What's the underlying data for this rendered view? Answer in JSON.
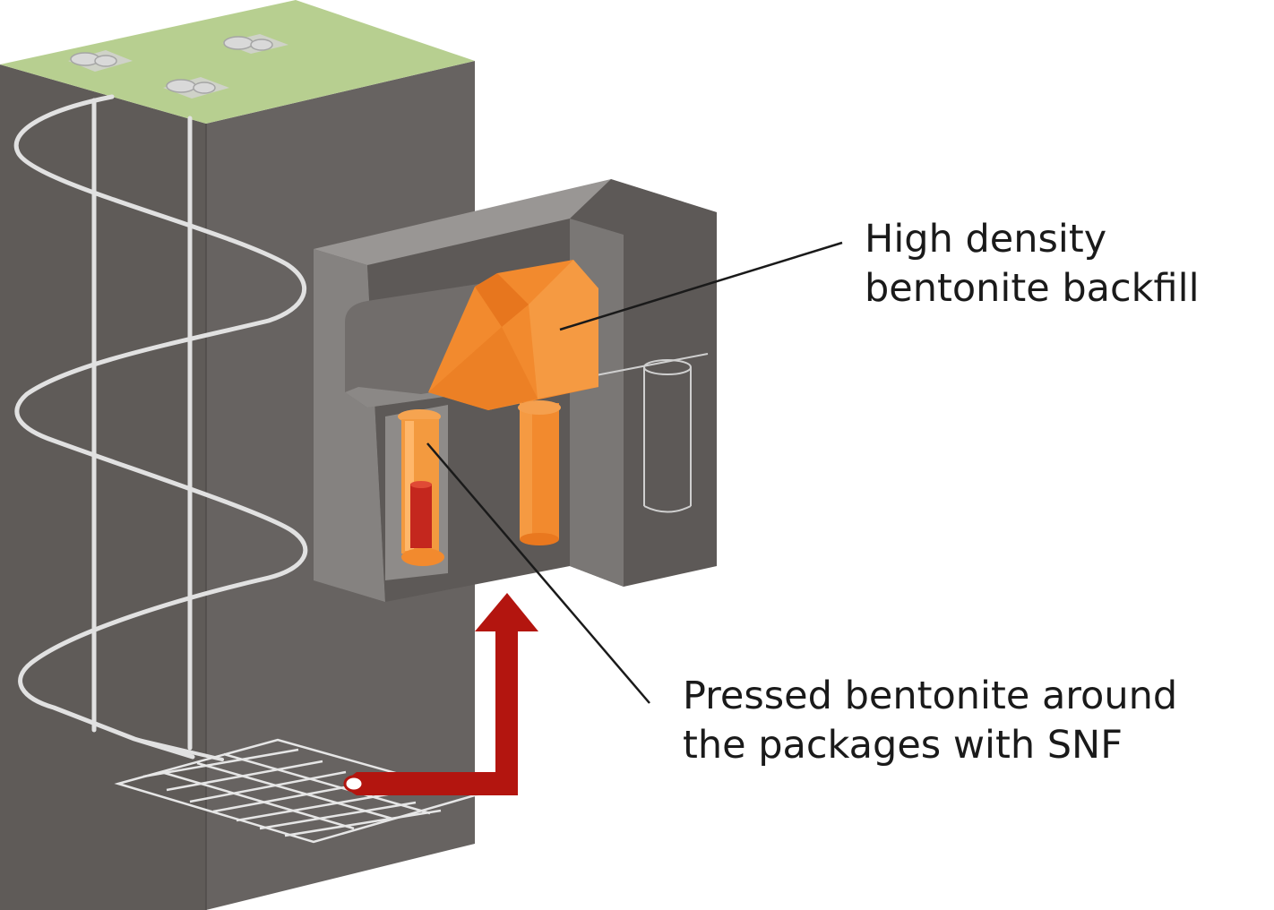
{
  "labels": {
    "backfill": {
      "line1": "High density",
      "line2": "bentonite backfill"
    },
    "pressed": {
      "line1": "Pressed bentonite around",
      "line2": "the packages with SNF"
    }
  },
  "colors": {
    "rock_front": "#5e5a57",
    "rock_side": "#6a6664",
    "rock_light": "#7c7876",
    "rock_top": "#9b9896",
    "surface": "#b6cf8e",
    "bentonite": "#f28a2e",
    "bentonite_light": "#f6a04a",
    "canister": "#c4271e",
    "arrow": "#b3140e",
    "tunnels": "#e4e4e4"
  }
}
